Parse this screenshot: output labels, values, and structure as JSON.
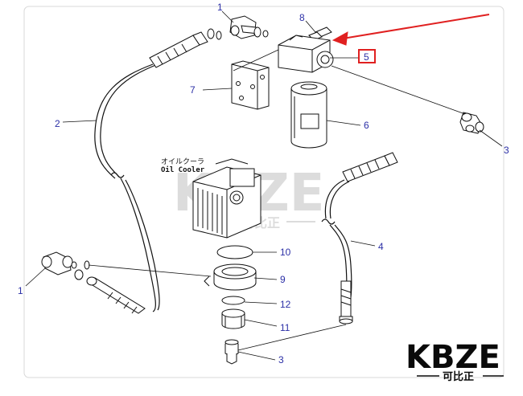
{
  "diagram": {
    "callouts": [
      {
        "id": "c1a",
        "label": "1"
      },
      {
        "id": "c8",
        "label": "8"
      },
      {
        "id": "c5",
        "label": "5"
      },
      {
        "id": "c7",
        "label": "7"
      },
      {
        "id": "c2",
        "label": "2"
      },
      {
        "id": "c6",
        "label": "6"
      },
      {
        "id": "c3a",
        "label": "3"
      },
      {
        "id": "c4",
        "label": "4"
      },
      {
        "id": "c10",
        "label": "10"
      },
      {
        "id": "c9",
        "label": "9"
      },
      {
        "id": "c12",
        "label": "12"
      },
      {
        "id": "c11",
        "label": "11"
      },
      {
        "id": "c3b",
        "label": "3"
      },
      {
        "id": "c1b",
        "label": "1"
      }
    ],
    "oil_cooler_label_jp": "オイルクーラ",
    "oil_cooler_label_en": "Oil Cooler",
    "highlight_color": "#e02020"
  },
  "watermark": {
    "main": "KBZE",
    "sub": "可比正"
  },
  "logo": {
    "main": "KBZE",
    "sub": "可比正"
  }
}
